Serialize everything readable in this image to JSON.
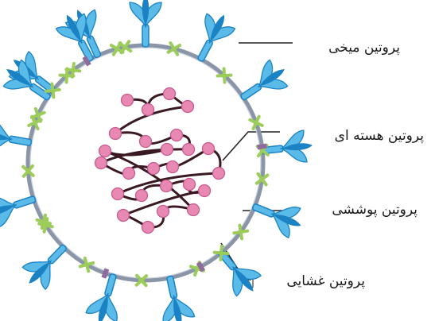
{
  "labels": {
    "spike": "پروتین میخی",
    "nucleocapsid": "پروتین هسته ای",
    "envelope": "پروتین پوششی",
    "membrane": "پروتین غشایی"
  },
  "colors": {
    "envelope_ring": "#8a95a8",
    "spike_light": "#5bbbe8",
    "spike_dark": "#1b82c4",
    "membrane_green": "#9ccc5a",
    "envelope_purple": "#8e6a9e",
    "rna_strand": "#3a1a22",
    "bead_fill": "#e889b4",
    "bead_stroke": "#c85a8e",
    "pointer_line": "#222222"
  }
}
